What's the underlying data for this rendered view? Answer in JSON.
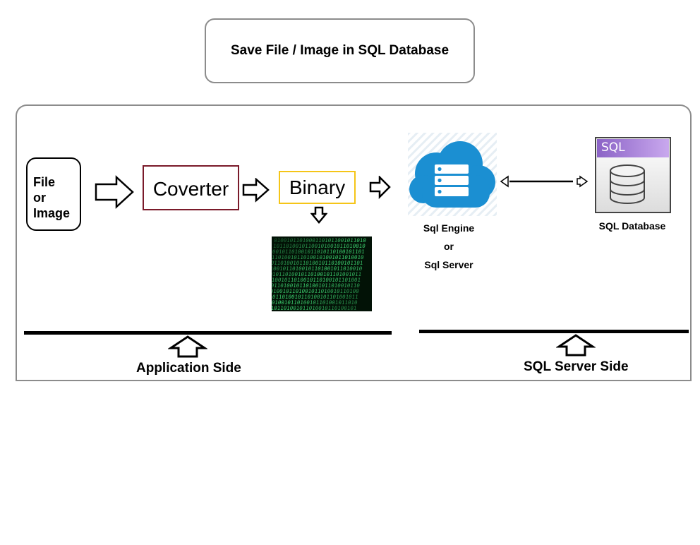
{
  "title": "Save File / Image in SQL Database",
  "source": {
    "line1": "File",
    "line2": "or",
    "line3": "Image"
  },
  "converter": {
    "label": "Coverter"
  },
  "binary": {
    "label": "Binary"
  },
  "engine": {
    "line1": "Sql Engine",
    "line2": "or",
    "line3": "Sql Server"
  },
  "database": {
    "badge": "SQL",
    "label": "SQL Database"
  },
  "sides": {
    "application": "Application Side",
    "sql_server": "SQL Server Side"
  },
  "colors": {
    "frame": "#8c8c8c",
    "converter_border": "#7a1a2a",
    "binary_border": "#f5c518",
    "cloud": "#1b8fd2",
    "db_badge": "#9b6fd0",
    "binary_digits": "#3fd673"
  }
}
